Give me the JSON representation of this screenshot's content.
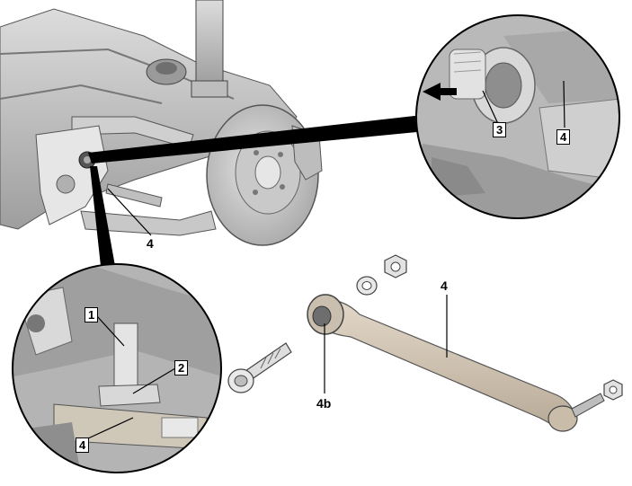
{
  "labels": {
    "arm_overview": "4",
    "detail_top_3": "3",
    "detail_top_4": "4",
    "detail_bottom_1": "1",
    "detail_bottom_2": "2",
    "detail_bottom_4": "4",
    "arm_part": "4",
    "bushing": "4b"
  },
  "colors": {
    "line": "#000000",
    "metal_light": "#d9d9d9",
    "metal_mid": "#b8b8b8",
    "metal_dark": "#8c8c8c",
    "arm_tan": "#d3c6b4",
    "background": "#ffffff"
  }
}
